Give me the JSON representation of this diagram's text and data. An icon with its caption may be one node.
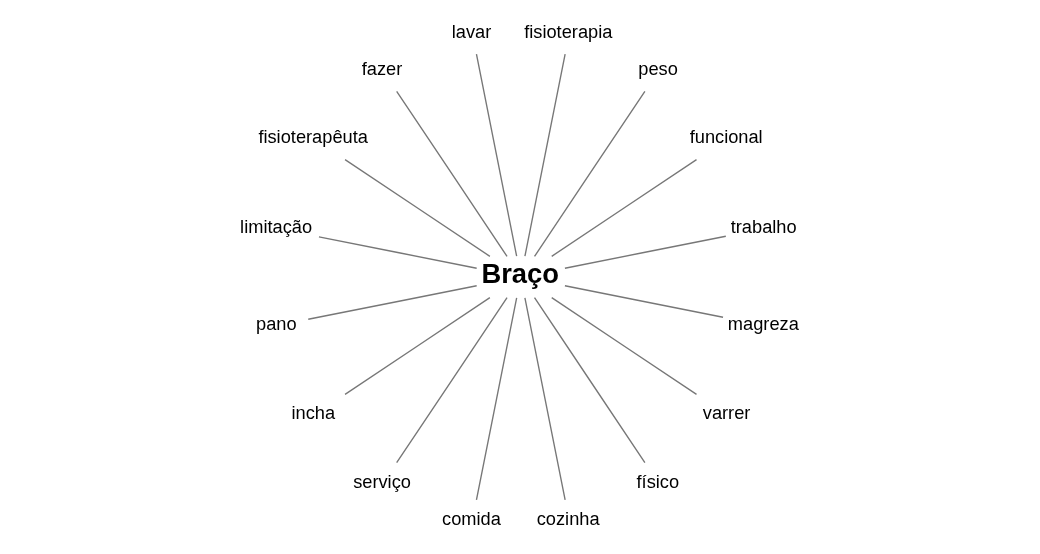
{
  "diagram": {
    "nodes": [
      {
        "text": [
          "trabalho"
        ]
      },
      {
        "text": [
          "funcional"
        ]
      },
      {
        "text": [
          "peso"
        ]
      },
      {
        "text": [
          "fisioterapia"
        ]
      },
      {
        "text": [
          "lavar"
        ]
      },
      {
        "text": [
          "fazer"
        ]
      },
      {
        "text": [
          "fisioterapêuta"
        ]
      },
      {
        "text": [
          "limitação"
        ]
      },
      {
        "text": [
          "Braço"
        ]
      },
      {
        "text": [
          "pano"
        ]
      },
      {
        "text": [
          "incha"
        ]
      },
      {
        "text": [
          "serviço"
        ]
      },
      {
        "text": [
          "comida"
        ]
      },
      {
        "text": [
          "cozinha"
        ]
      },
      {
        "text": [
          "físico"
        ]
      },
      {
        "text": [
          "varrer"
        ]
      },
      {
        "text": [
          "magreza"
        ]
      }
    ],
    "edges": [
      {
        "from": 8,
        "to": 0,
        "arrow": "none"
      },
      {
        "from": 8,
        "to": 1,
        "arrow": "none"
      },
      {
        "from": 8,
        "to": 2,
        "arrow": "none"
      },
      {
        "from": 8,
        "to": 3,
        "arrow": "none"
      },
      {
        "from": 8,
        "to": 4,
        "arrow": "none"
      },
      {
        "from": 8,
        "to": 5,
        "arrow": "none"
      },
      {
        "from": 8,
        "to": 6,
        "arrow": "none"
      },
      {
        "from": 8,
        "to": 7,
        "arrow": "none"
      },
      {
        "from": 8,
        "to": 9,
        "arrow": "none"
      },
      {
        "from": 8,
        "to": 10,
        "arrow": "none"
      },
      {
        "from": 8,
        "to": 11,
        "arrow": "none"
      },
      {
        "from": 8,
        "to": 12,
        "arrow": "none"
      },
      {
        "from": 8,
        "to": 13,
        "arrow": "none"
      },
      {
        "from": 8,
        "to": 14,
        "arrow": "none"
      },
      {
        "from": 8,
        "to": 15,
        "arrow": "none"
      },
      {
        "from": 8,
        "to": 16,
        "arrow": "none"
      }
    ]
  }
}
